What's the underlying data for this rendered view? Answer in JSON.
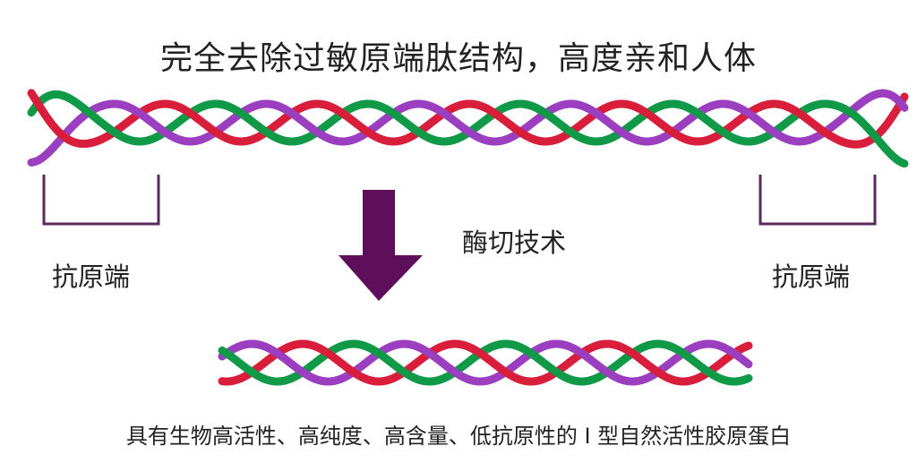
{
  "title": "完全去除过敏原端肽结构，高度亲和人体",
  "left_label": "抗原端",
  "right_label": "抗原端",
  "process_label": "酶切技术",
  "result_caption": "具有生物高活性、高纯度、高含量、低抗原性的 I 型自然活性胶原蛋白",
  "colors": {
    "strand_purple": "#9b3fc0",
    "strand_green": "#109a48",
    "strand_red": "#d81e3a",
    "arrow": "#5e0f5c",
    "bracket": "#5a2a5e"
  }
}
